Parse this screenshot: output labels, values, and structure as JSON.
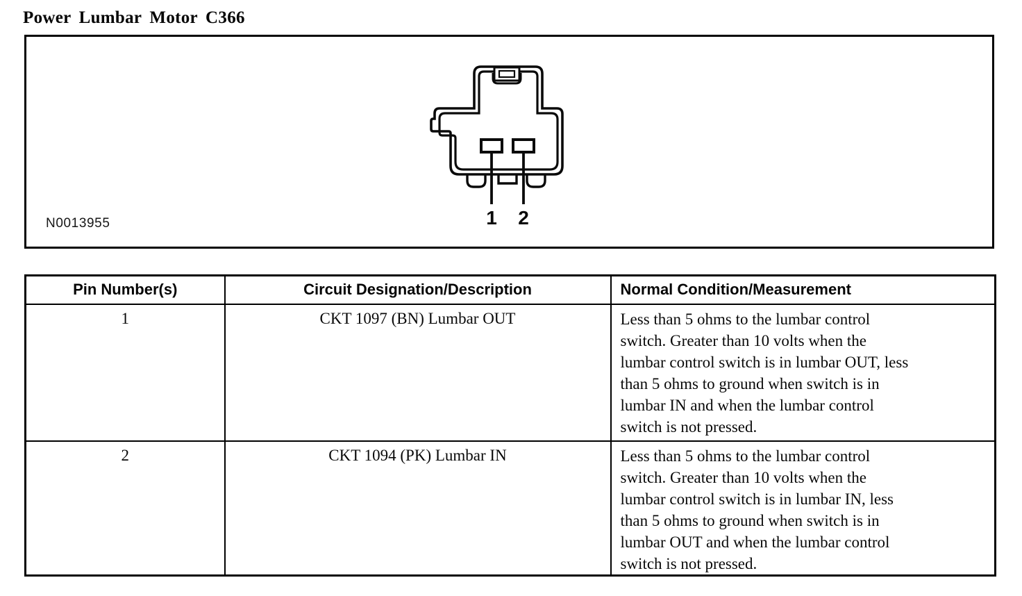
{
  "page_title": "Power Lumbar Motor C366",
  "figure": {
    "image_number": "N0013955",
    "pin_labels": [
      "1",
      "2"
    ]
  },
  "table": {
    "headers": [
      "Pin Number(s)",
      "Circuit Designation/Description",
      "Normal Condition/Measurement"
    ],
    "rows": [
      {
        "pin": "1",
        "circuit": "CKT 1097 (BN) Lumbar OUT",
        "condition_lines": [
          "Less than 5 ohms to the lumbar control",
          "switch. Greater than 10 volts when the",
          "lumbar control switch is in lumbar OUT, less",
          "than 5 ohms to ground when switch is in",
          "lumbar IN and when the lumbar control",
          "switch is not pressed."
        ]
      },
      {
        "pin": "2",
        "circuit": "CKT 1094 (PK) Lumbar IN",
        "condition_lines": [
          "Less than 5 ohms to the lumbar control",
          "switch. Greater than 10 volts when the",
          "lumbar control switch is in lumbar IN, less",
          "than 5 ohms to ground when switch is in",
          "lumbar OUT and when the lumbar control",
          "switch is not pressed."
        ]
      }
    ]
  }
}
